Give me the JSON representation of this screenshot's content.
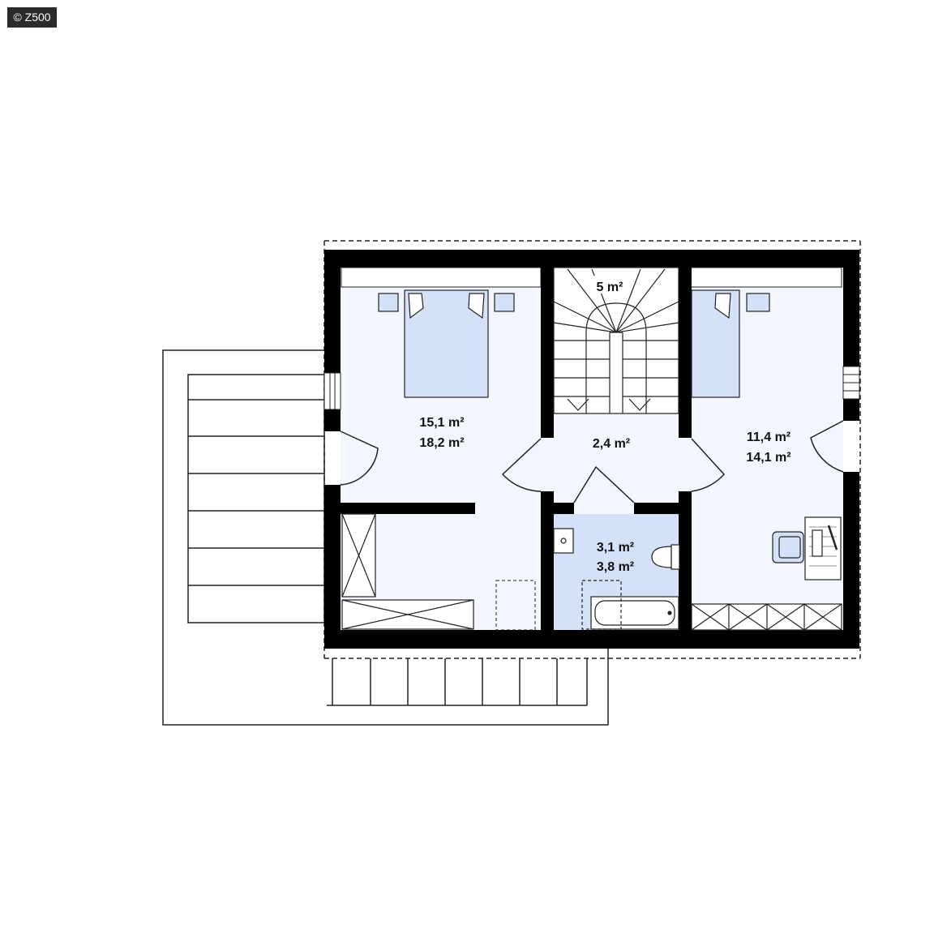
{
  "watermark": "© Z500",
  "colors": {
    "wall": "#000000",
    "room_fill": "#f3f6fd",
    "accent_fill": "#d5e1f6",
    "outline": "#222222"
  },
  "rooms": {
    "bedroom_left": {
      "area_net": "15,1 m²",
      "area_gross": "18,2 m²"
    },
    "stair_top": {
      "area": "5 m²"
    },
    "hall": {
      "area": "2,4 m²"
    },
    "bathroom": {
      "area_net": "3,1 m²",
      "area_gross": "3,8 m²"
    },
    "bedroom_right": {
      "area_net": "11,4 m²",
      "area_gross": "14,1 m²"
    }
  }
}
